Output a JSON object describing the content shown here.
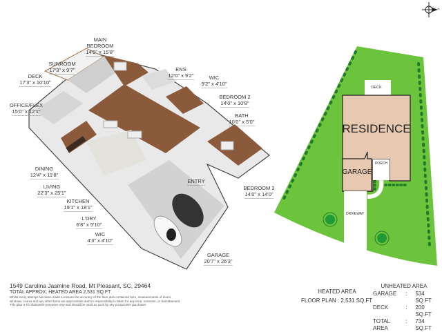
{
  "rooms": {
    "main_bedroom": {
      "name_1": "MAIN",
      "name_2": "BEDROOM",
      "dims": "14'0\" x 15'8\""
    },
    "sunroom": {
      "name": "SUNROOM",
      "dims": "17'3\" x 9'7\""
    },
    "deck": {
      "name": "DECK",
      "dims": "17'3\" x 10'10\""
    },
    "office": {
      "name": "OFFICE/FLEX",
      "dims": "15'0\" x 12'1\""
    },
    "ens": {
      "name": "ENS",
      "dims": "12'0\" x 9'2\""
    },
    "wic1": {
      "name": "WIC",
      "dims": "9'2\" x 4'10\""
    },
    "bedroom2": {
      "name": "BEDROOM 2",
      "dims": "14'0\" x 10'8\""
    },
    "bath": {
      "name": "BATH",
      "dims": "10'0\" x 5'0\""
    },
    "bedroom3": {
      "name": "BEDROOM 3",
      "dims": "14'0\" x 14'0\""
    },
    "entry": {
      "name": "ENTRY"
    },
    "dining": {
      "name": "DINING",
      "dims": "12'4\" x 11'8\""
    },
    "living": {
      "name": "LIVING",
      "dims": "22'3\" x 25'1\""
    },
    "kitchen": {
      "name": "KITCHEN",
      "dims": "19'1\" x 18'1\""
    },
    "ldry": {
      "name": "L'DRY",
      "dims": "6'8\" x 5'10\""
    },
    "wic2": {
      "name": "WIC",
      "dims": "4'3\" x 4'10\""
    },
    "garage": {
      "name": "GARAGE",
      "dims": "20'7\" x 26'3\""
    }
  },
  "site_plan": {
    "residence": "RESIDENCE",
    "garage": "GARAGE",
    "deck": "DECK",
    "porch": "PORCH",
    "driveway": "DRIVEWAY",
    "compass": "N",
    "colors": {
      "lawn": "#6cc43c",
      "building": "#e7c8b0",
      "tree": "#1f7a2a"
    }
  },
  "footer": {
    "address": "1549 Carolina Jasmine Road, Mt Pleasant, SC, 29464",
    "total_heated": "TOTAL APPROX. HEATED AREA 2,531 SQ.FT",
    "disclaimer_1": "Whilst every attempt has been made to ensure the accuracy of the floor plan contained here, measurements of doors,",
    "disclaimer_2": "windows, rooms and any other items are approximate and no responsibility is taken for any error, omission, or misstatement.",
    "disclaimer_3": "This plan is for illustrative purposes only and should be used as such by any prospective purchaser."
  },
  "areas": {
    "heated_title": "HEATED AREA",
    "floor_plan_label": "FLOOR PLAN",
    "floor_plan_value": "2,531 SQ.FT",
    "unheated_title": "UNHEATED AREA",
    "garage_label": "GARAGE",
    "garage_value": "534 SQ.FT",
    "deck_label": "DECK",
    "deck_value": "200 SQ.FT",
    "total_label": "TOTAL AREA",
    "total_value": "734 SQ.FT",
    "separator": ":"
  }
}
